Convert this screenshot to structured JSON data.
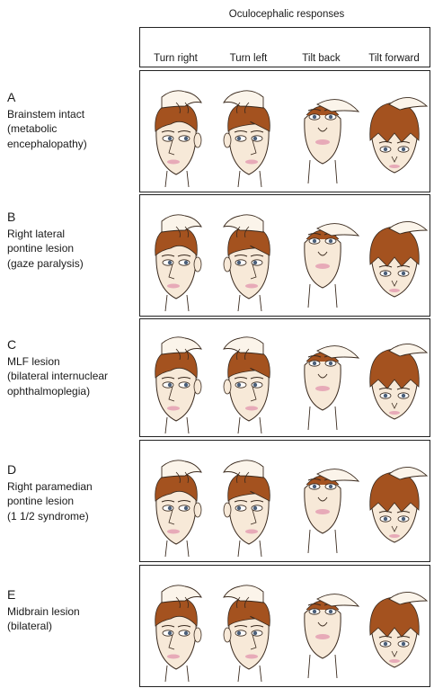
{
  "title": "Oculocephalic responses",
  "columns": [
    "Turn right",
    "Turn left",
    "Tilt back",
    "Tilt forward"
  ],
  "rows": [
    {
      "letter": "A",
      "lines": [
        "Brainstem intact",
        "(metabolic",
        "encephalopathy)"
      ]
    },
    {
      "letter": "B",
      "lines": [
        "Right lateral",
        "pontine lesion",
        "(gaze paralysis)"
      ]
    },
    {
      "letter": "C",
      "lines": [
        "MLF lesion",
        "(bilateral internuclear",
        "ophthalmoplegia)"
      ]
    },
    {
      "letter": "D",
      "lines": [
        "Right paramedian",
        "pontine lesion",
        "(1 1/2 syndrome)"
      ]
    },
    {
      "letter": "E",
      "lines": [
        "Midbrain lesion",
        "(bilateral)"
      ]
    }
  ],
  "colors": {
    "hair": "#a4521f",
    "skin": "#f7e9d8",
    "outline": "#3a2a1e",
    "lips": "#e7aab8"
  }
}
